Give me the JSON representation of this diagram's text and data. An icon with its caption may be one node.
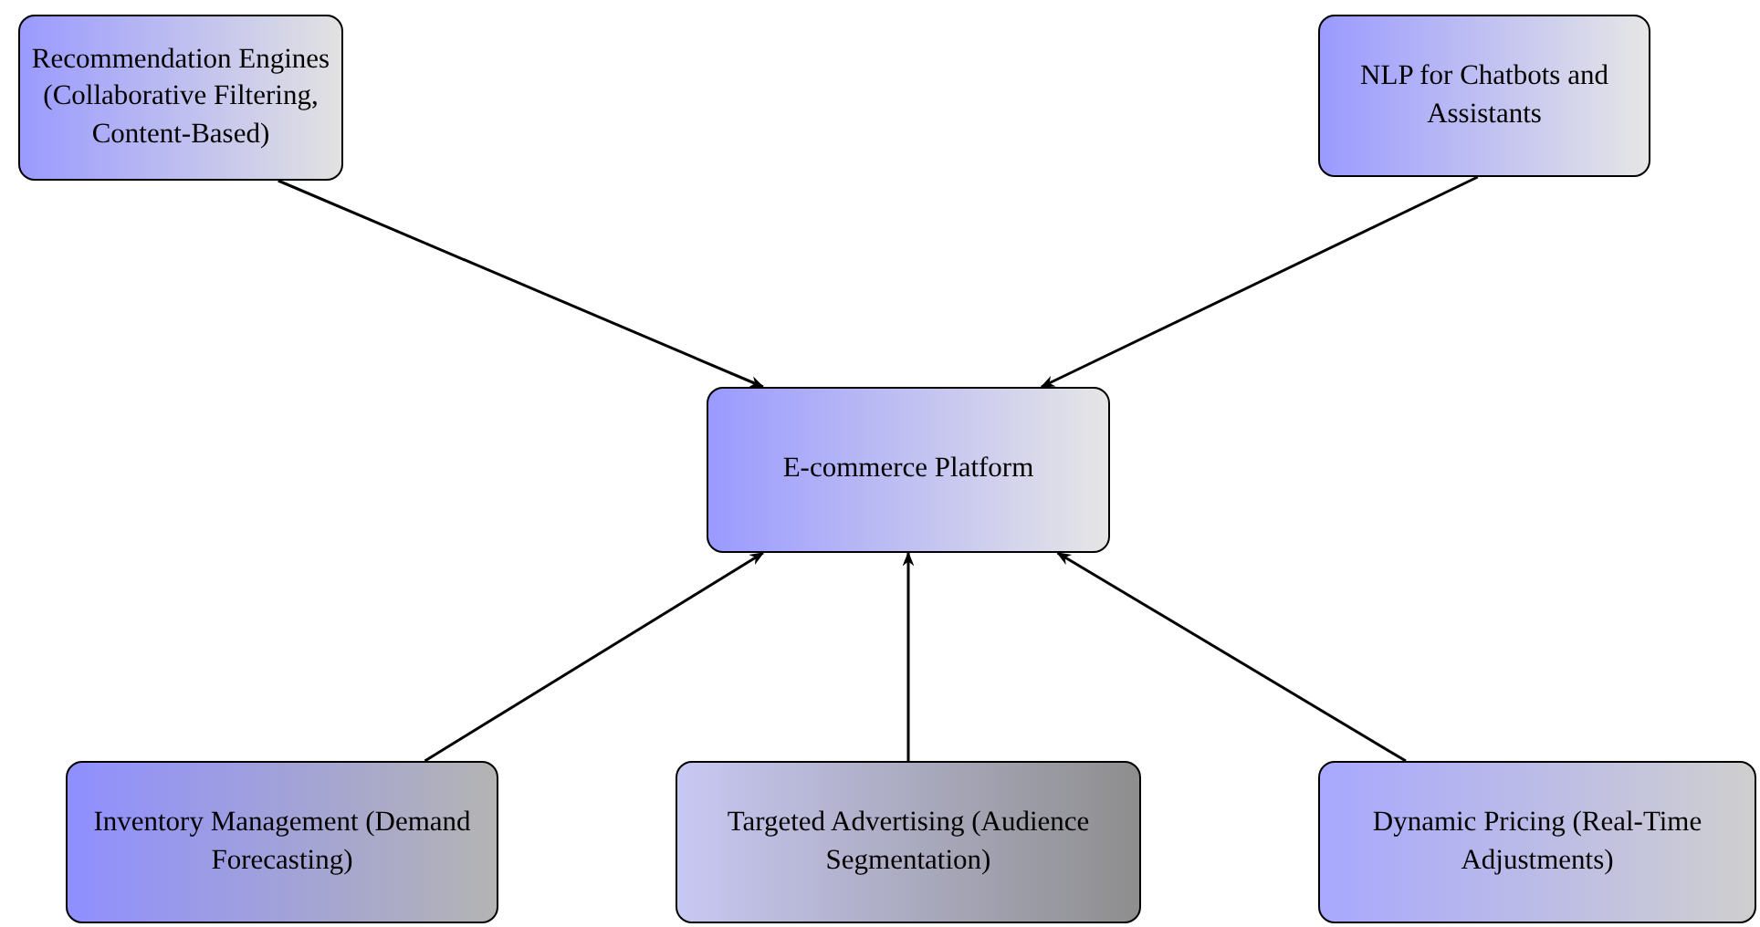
{
  "diagram": {
    "nodes": [
      {
        "text": [
          "Recommendation Engines (Collaborative Filtering, Content-Based)"
        ]
      },
      {
        "text": [
          "NLP for Chatbots and Assistants"
        ]
      },
      {
        "text": [
          "E-commerce Platform"
        ]
      },
      {
        "text": [
          "Inventory Management (Demand Forecasting)"
        ]
      },
      {
        "text": [
          "Targeted Advertising (Audience Segmentation)"
        ]
      },
      {
        "text": [
          "Dynamic Pricing (Real-Time Adjustments)"
        ]
      }
    ],
    "edges": [
      {
        "from": 0,
        "to": 2,
        "arrow": "to"
      },
      {
        "from": 1,
        "to": 2,
        "arrow": "to"
      },
      {
        "from": 3,
        "to": 2,
        "arrow": "to"
      },
      {
        "from": 4,
        "to": 2,
        "arrow": "to"
      },
      {
        "from": 5,
        "to": 2,
        "arrow": "to"
      }
    ]
  }
}
